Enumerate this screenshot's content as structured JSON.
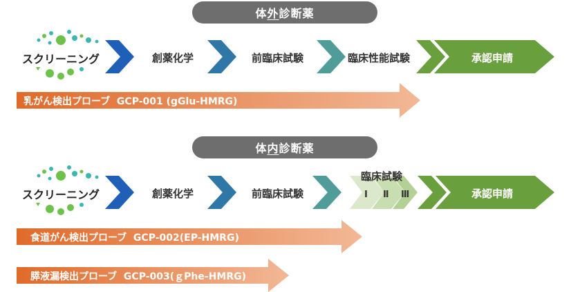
{
  "section_in_vitro": {
    "prefix": "体",
    "underlined": "外",
    "suffix": "診断薬"
  },
  "section_in_vivo": {
    "prefix": "体",
    "underlined": "内",
    "suffix": "診断薬"
  },
  "stages": {
    "screening": "スクリーニング",
    "drug_creation": "創薬化学",
    "preclinical": "前臨床試験",
    "clinical_performance": "臨床性能試験",
    "approval": "承認申請",
    "clinical_trial": "臨床試験",
    "phases": [
      "Ⅰ",
      "Ⅱ",
      "Ⅲ"
    ]
  },
  "probes": [
    {
      "name": "乳がん検出プローブ",
      "code": "GCP-001 (gGlu-HMRG)"
    },
    {
      "name": "食道がん検出プローブ",
      "code": "GCP-002(EP-HMRG)"
    },
    {
      "name": "膵液漏検出プローブ",
      "code": "GCP-003(ｇPhe-HMRG)"
    }
  ],
  "colors": {
    "pill": "#6e6e6e",
    "chevron_blue": "#1f5fb8",
    "chevron_mid": "#2f77a6",
    "chevron_teal": "#4f9c98",
    "approval_green": "#6a9f3e",
    "phase_green_light": "#d7e6c6",
    "bar_start": "#e06a2a",
    "bar_end": "#f2b896",
    "dot_green": "#6cc24a",
    "dot_teal": "#3cb6b0"
  }
}
